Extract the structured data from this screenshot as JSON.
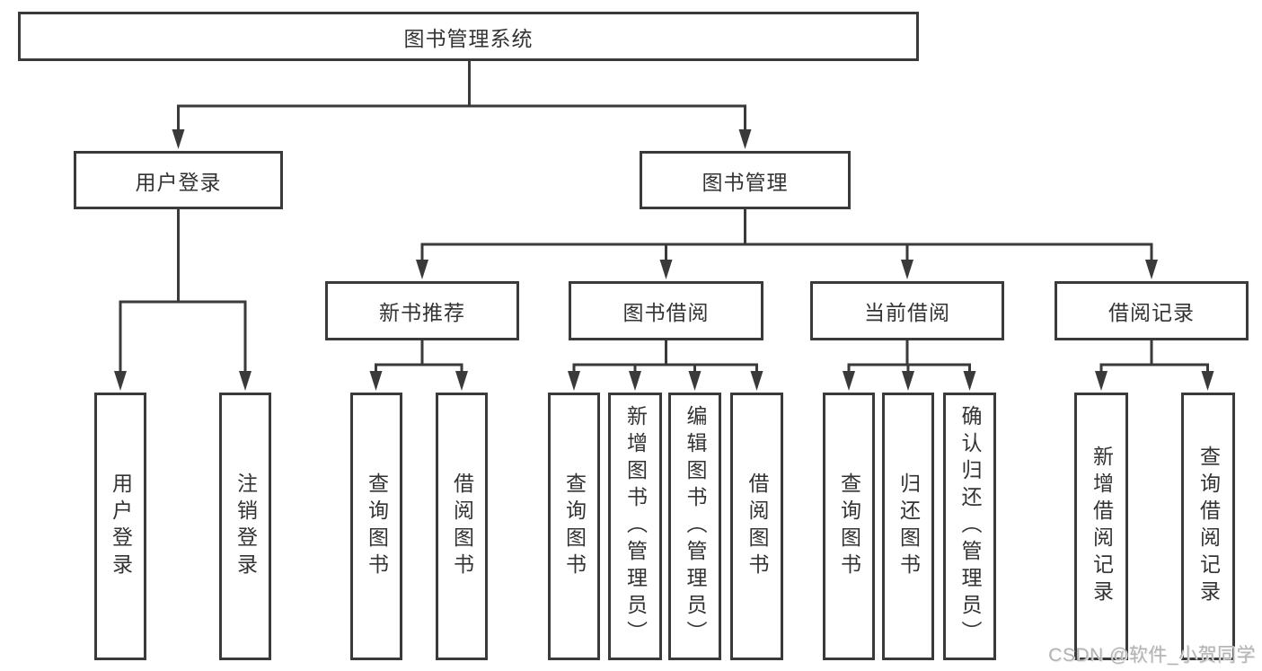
{
  "watermark": "CSDN @软件_小贺同学",
  "tree": {
    "root": "图书管理系统",
    "branches": {
      "user_login": {
        "label": "用户登录",
        "children": {
          "login": "用户登录",
          "logout": "注销登录"
        }
      },
      "book_mgmt": {
        "label": "图书管理",
        "children": {
          "new_books": {
            "label": "新书推荐",
            "children": {
              "query": "查询图书",
              "borrow": "借阅图书"
            }
          },
          "borrowing": {
            "label": "图书借阅",
            "children": {
              "query": "查询图书",
              "add": "新增图书（管理员）",
              "edit": "编辑图书（管理员）",
              "borrow": "借阅图书"
            }
          },
          "current": {
            "label": "当前借阅",
            "children": {
              "query": "查询图书",
              "return": "归还图书",
              "confirm": "确认归还（管理员）"
            }
          },
          "records": {
            "label": "借阅记录",
            "children": {
              "add": "新增借阅记录",
              "query": "查询借阅记录"
            }
          }
        }
      }
    }
  }
}
